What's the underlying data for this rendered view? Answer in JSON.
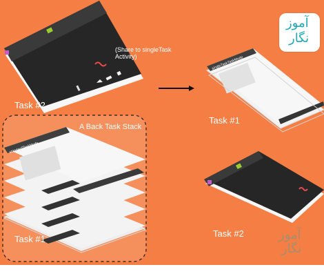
{
  "labels": {
    "share_note": "(Share to singleTask Activity)",
    "task2_left": "Task #2",
    "back_stack_title": "A Back Task Stack",
    "task1_left": "Task #1",
    "task1_right": "Task #1",
    "task2_right": "Task #2"
  },
  "screens": {
    "left_stack_app_bar": "standardTaskMode",
    "right_stack_app_bar": "singleTaskTaskMode"
  },
  "logo": {
    "line1": "آموز",
    "line2": "نگار"
  },
  "colors": {
    "background_orange": "#f47e44",
    "dark_screen": "#2b2b2b",
    "light_screen": "#f2f2f2",
    "app_bar": "#4a4a4a",
    "logo_teal": "#1fa9b8",
    "accent_red": "#e84a4a",
    "android_green": "#9acd32"
  }
}
